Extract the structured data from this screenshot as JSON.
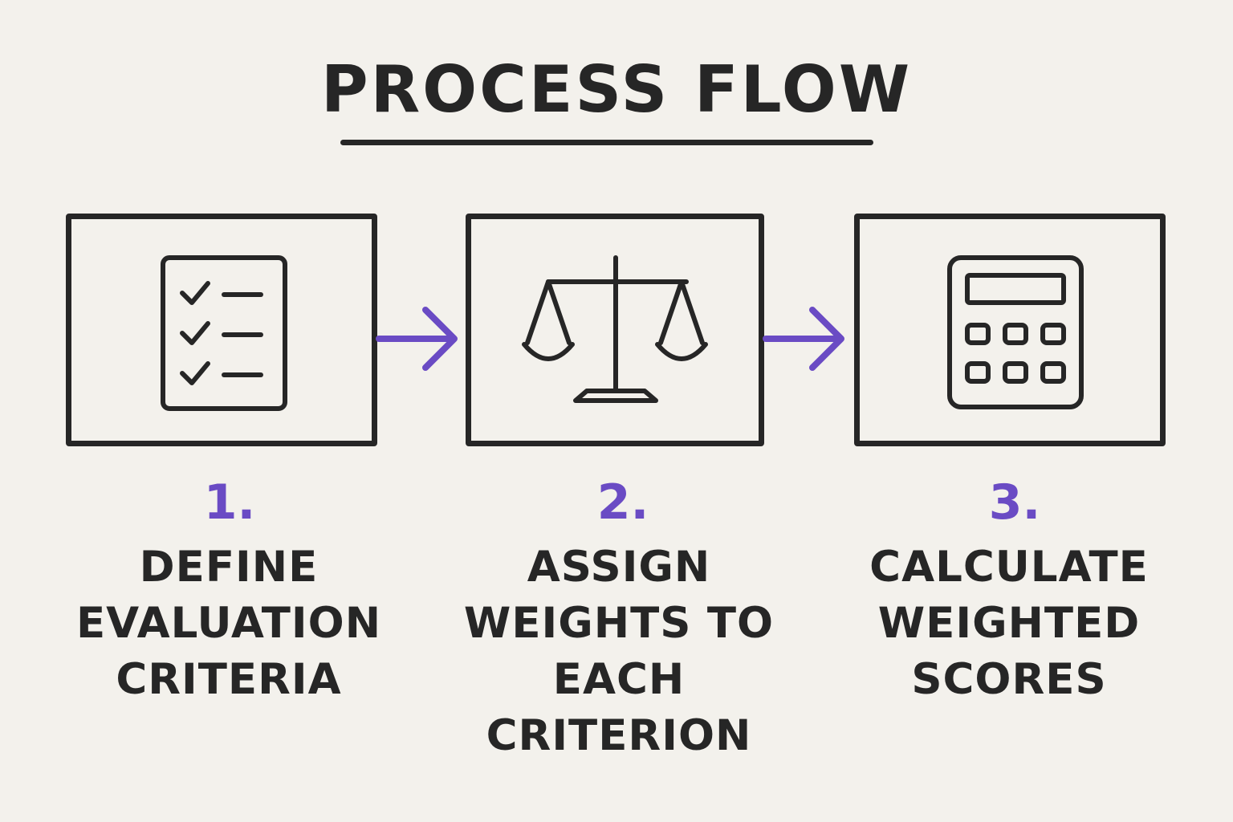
{
  "title": "PROCESS FLOW",
  "accent_color": "#6a4bc4",
  "ink_color": "#262626",
  "steps": [
    {
      "number": "1.",
      "label": "DEFINE\nEVALUATION\nCRITERIA",
      "icon": "checklist-icon"
    },
    {
      "number": "2.",
      "label": "ASSIGN\nWEIGHTS TO\nEACH\nCRITERION",
      "icon": "balance-scale-icon"
    },
    {
      "number": "3.",
      "label": "CALCULATE\nWEIGHTED\nSCORES",
      "icon": "calculator-icon"
    }
  ]
}
